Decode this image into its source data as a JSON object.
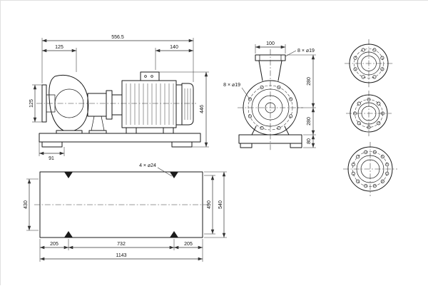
{
  "drawing": {
    "side_view": {
      "overall_length": "556.5",
      "front_offset": "125",
      "rear_length": "140",
      "flange_height": "125",
      "overall_height": "446",
      "foot_offset": "91"
    },
    "end_view": {
      "flange_width": "100",
      "discharge_flange_holes": "8 × ⌀19",
      "suction_flange_holes": "8 × ⌀19",
      "height_upper": "280",
      "height_lower": "280",
      "base_height": "80"
    },
    "plan_view": {
      "anchor_holes": "4 × ⌀24",
      "depth_inner": "430",
      "depth_holes": "490",
      "depth_overall": "540",
      "length_left": "205",
      "length_center": "732",
      "length_right": "205",
      "length_overall": "1143"
    }
  }
}
